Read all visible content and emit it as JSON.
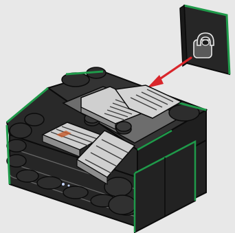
{
  "diagram": {
    "type": "lego-build-instruction-step",
    "callout": {
      "part": "tile-with-clip",
      "arrow_color": "#d9262b"
    },
    "assembly": {
      "part": "printed-bricks-and-tiles-block"
    },
    "colors": {
      "background": "#e8e8e8",
      "brick": "#2a2a2a",
      "highlight_edge": "#1f9a4a",
      "stair_light": "#cfcfcf",
      "stair_dark": "#8d8d8d",
      "outline": "#0b0b0b"
    }
  }
}
